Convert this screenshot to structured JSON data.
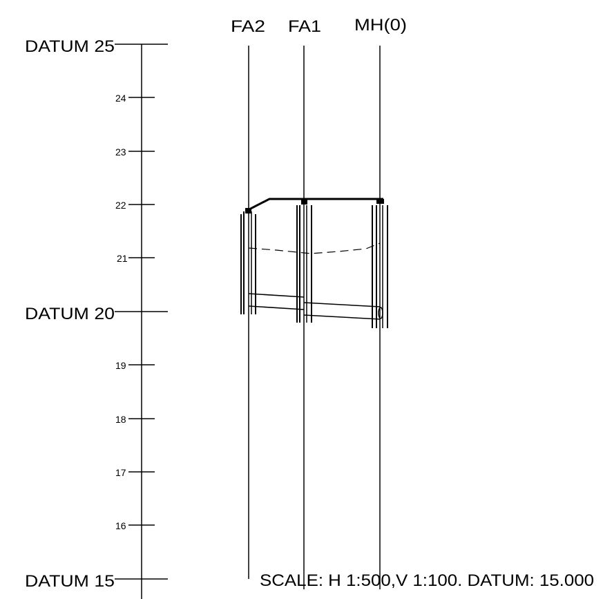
{
  "stations": [
    {
      "id": "FA2",
      "label": "FA2"
    },
    {
      "id": "FA1",
      "label": "FA1"
    },
    {
      "id": "MH0",
      "label": "MH(0)"
    }
  ],
  "datum_labels": {
    "top": "DATUM 25",
    "middle": "DATUM 20",
    "bottom": "DATUM 15"
  },
  "level_ticks": [
    "24",
    "23",
    "22",
    "21",
    "19",
    "18",
    "17",
    "16"
  ],
  "scale_note": "SCALE: H 1:500,V 1:100. DATUM: 15.000"
}
